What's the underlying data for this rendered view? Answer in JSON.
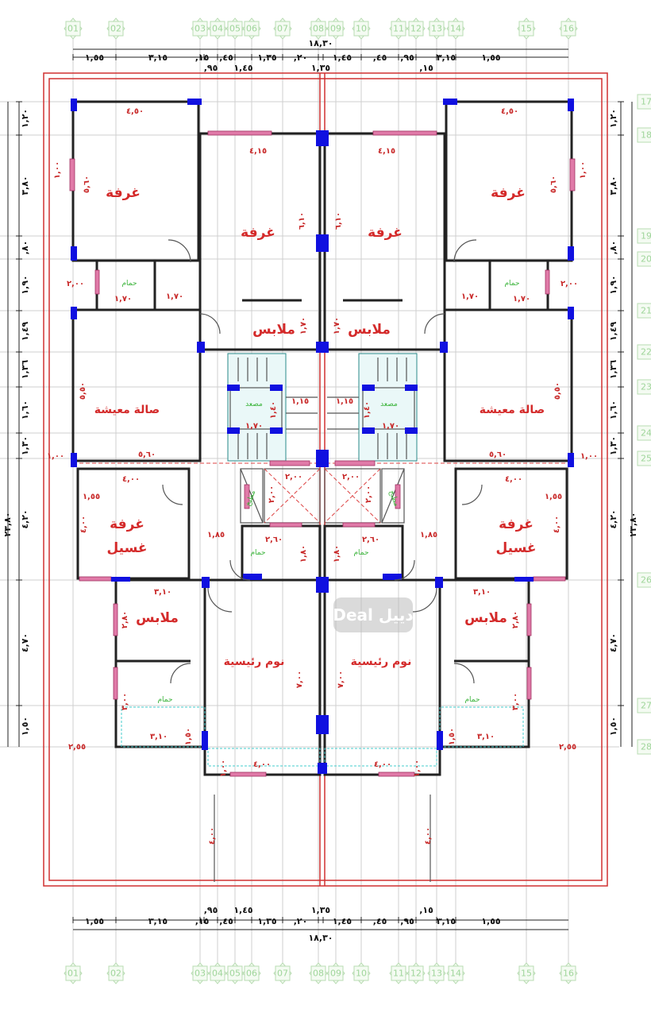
{
  "grid_columns": [
    "01",
    "02",
    "03",
    "04",
    "05",
    "06",
    "07",
    "08",
    "09",
    "10",
    "11",
    "12",
    "13",
    "14",
    "15",
    "16"
  ],
  "grid_rows": [
    "17",
    "18",
    "19",
    "20",
    "21",
    "22",
    "23",
    "24",
    "25",
    "26",
    "27",
    "28"
  ],
  "top_dimensions": {
    "total": "١٨,٣٠",
    "segments": [
      "١,٥٥",
      "٣,١٥",
      ",١٥",
      ",٩٥",
      ",٤٥",
      "١,٤٥",
      "١,٣٥",
      ",٢٠",
      "١,٣٥",
      "١,٤٥",
      ",٤٥",
      ",٩٥",
      ",١٥",
      "٣,١٥",
      "١,٥٥"
    ]
  },
  "side_dimensions": {
    "total": "٢٣,٨٠",
    "segments": [
      "١,٢٠",
      "٣,٨٠",
      ",٨٠",
      "١,٩٠",
      "١,٤٩",
      "١,٣٦",
      "١,٦٠",
      "١,٣٠",
      "٤,٢٠",
      "٤,٧٠",
      "١,٥٠"
    ]
  },
  "rooms": {
    "bedroom": "غرفة",
    "closet": "ملابس",
    "living": "صالة معيشة",
    "laundry_1": "غرفة",
    "laundry_2": "غسيل",
    "master_bedroom": "نوم رئيسية",
    "bathroom": "حمام",
    "elevator": "مصعد",
    "kitchen": "مطبخ"
  },
  "unit_dims": [
    "٤,٥٠",
    "٥,٦٠",
    "٤,١٥",
    "١,٠٠",
    "٦,١٠",
    "٢,٠٠",
    "١,٧٠",
    "١,٧٠",
    "١,٧٠",
    "٥,٥٠",
    "٥,٦٠",
    "١,٠٠",
    "٤,٠٠",
    "١,٥٥",
    "٤,٠٠",
    "١,٨٥",
    "٢,٦٠",
    "٢,٠٠",
    "٢,٠٠",
    "١,٨٠",
    "٣,١٠",
    "٢,٨٠",
    "٧,٠٠",
    "٣,٠٠",
    "٣,١٠",
    "١,٥٠",
    "٢,٥٥",
    "٤,٠٠",
    "١,٠٠",
    "٤,٠٠",
    "١,١٥",
    "١,٤٠",
    "١,٧٠"
  ],
  "watermark": "Deal دييل",
  "colors": {
    "walls": "#222222",
    "columns": "#1010e0",
    "windows": "#e07aa8",
    "dimension_text": "#c82828",
    "room_text": "#d42a2a",
    "bubbles": "#9fd59a"
  }
}
